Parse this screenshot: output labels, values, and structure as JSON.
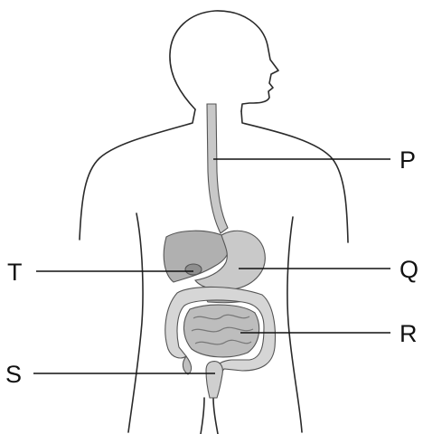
{
  "labels": {
    "p": "P",
    "q": "Q",
    "r": "R",
    "s": "S",
    "t": "T"
  },
  "colors": {
    "outline": "#2a2a2a",
    "organ_fill": "#c4c4c4",
    "organ_dark": "#9a9a9a",
    "organ_light": "#e4e4e4"
  }
}
